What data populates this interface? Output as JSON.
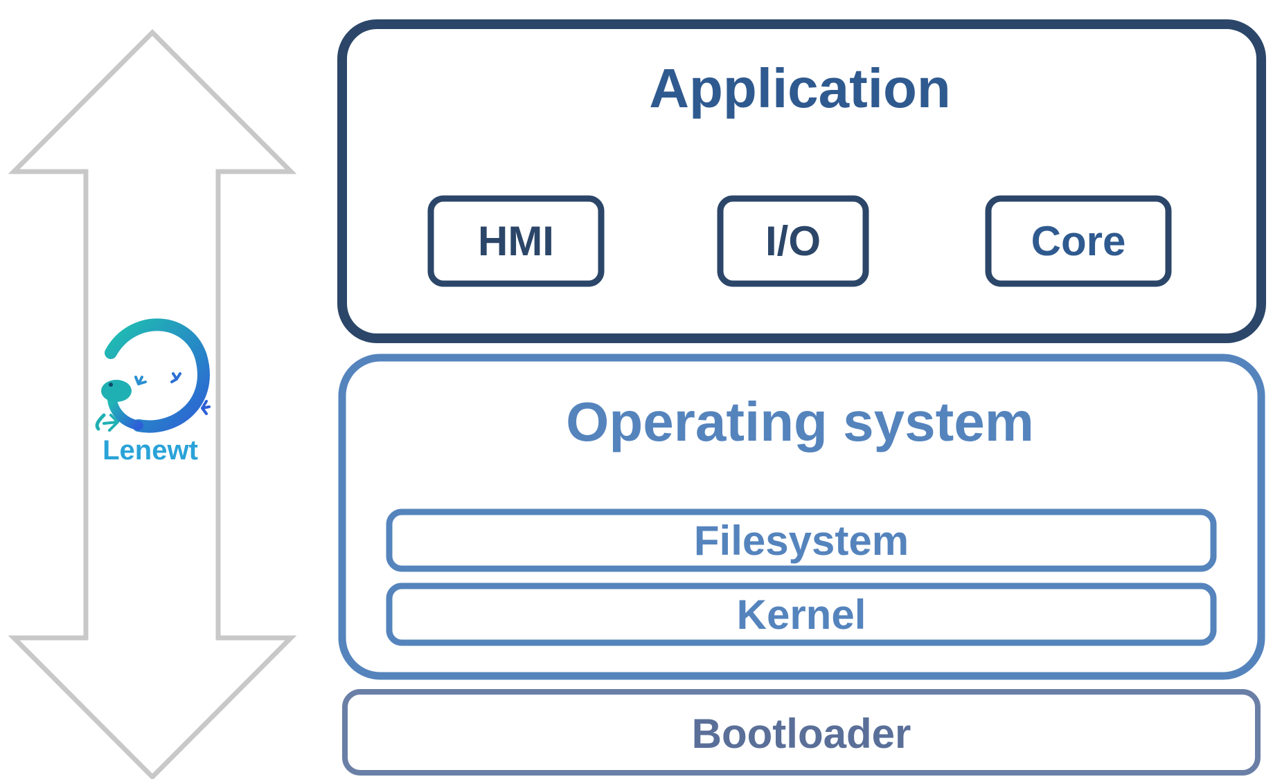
{
  "colors": {
    "application": "#2b4668",
    "application_text": "#2f5a8f",
    "operating_system": "#5584bd",
    "bootloader": "#6a7fa6",
    "arrow": "#c8c8c8",
    "logo_teal": "#1fb0b3",
    "logo_blue": "#2f6fd4"
  },
  "icons": {
    "arrow": "double-headed-vertical-arrow-icon",
    "logo": "lenewt-lizard-logo-icon"
  },
  "logo": {
    "text": "Lenewt"
  },
  "application": {
    "title": "Application",
    "modules": [
      "HMI",
      "I/O",
      "Core"
    ]
  },
  "operating_system": {
    "title": "Operating system",
    "layers": [
      "Filesystem",
      "Kernel"
    ]
  },
  "bootloader": {
    "title": "Bootloader"
  }
}
